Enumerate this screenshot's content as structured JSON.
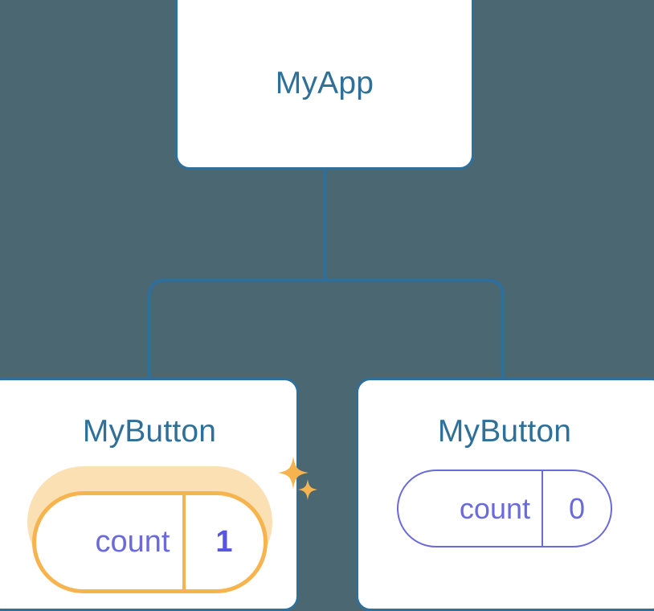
{
  "diagram": {
    "type": "component-tree",
    "background_color": "#4b6771",
    "edge_color": "#2f6f9b",
    "node_border_color": "#2f6f9b",
    "node_fill_color": "#ffffff",
    "label_color": "#2f7099",
    "state_color": "#6b6ada",
    "highlight_color": "#f7b44e",
    "highlight_glow_color": "#fbe0b4",
    "highlight_value_color": "#5755e6",
    "sparkle_color": "#f7b44e"
  },
  "root": {
    "label": "MyApp"
  },
  "children": [
    {
      "label": "MyButton",
      "state": {
        "key": "count",
        "value": "1"
      },
      "highlighted": true,
      "sparkle": true
    },
    {
      "label": "MyButton",
      "state": {
        "key": "count",
        "value": "0"
      },
      "highlighted": false,
      "sparkle": false
    }
  ]
}
